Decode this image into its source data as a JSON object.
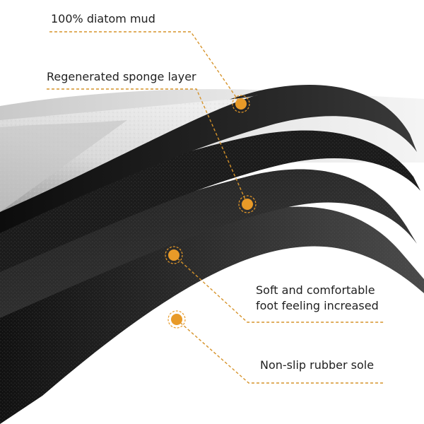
{
  "labels": {
    "diatom_mud": "100% diatom mud",
    "sponge_layer": "Regenerated sponge layer",
    "soft_line1": "Soft and comfortable",
    "soft_line2": "foot feeling increased",
    "rubber_sole": "Non-slip rubber sole"
  },
  "colors": {
    "callout": "#e89a28",
    "leader": "#d6932a",
    "surface": "#d8d8d8",
    "layer_dark": "#1a1a1a"
  }
}
